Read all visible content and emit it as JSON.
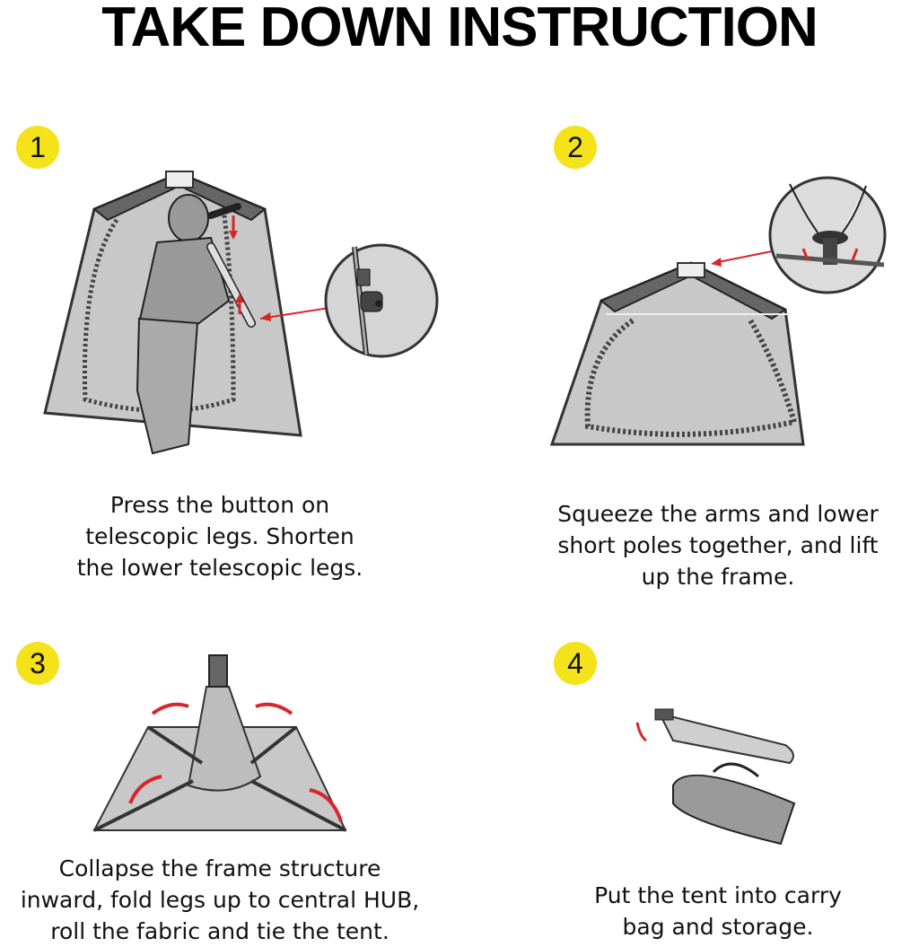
{
  "title": "TAKE DOWN INSTRUCTION",
  "steps": [
    {
      "number": "1",
      "lines": [
        "Press the button on",
        "telescopic legs. Shorten",
        "the lower telescopic legs."
      ]
    },
    {
      "number": "2",
      "lines": [
        "Squeeze the arms and lower",
        "short poles together, and lift",
        "up the frame."
      ]
    },
    {
      "number": "3",
      "lines": [
        "Collapse the frame structure",
        "inward, fold legs up to central HUB,",
        "roll the fabric and tie the tent."
      ]
    },
    {
      "number": "4",
      "lines": [
        "Put the tent into carry",
        "bag and storage."
      ]
    }
  ],
  "colors": {
    "badge": "#f4e21b",
    "arrow": "#d9252a",
    "fabric": "#c8c8c8",
    "frame": "#555555"
  },
  "icons": [
    "tent-with-person-illustration",
    "magnified-button-illustration",
    "tent-hub-illustration",
    "magnified-hands-illustration",
    "collapsing-frame-illustration",
    "carry-bag-illustration"
  ]
}
